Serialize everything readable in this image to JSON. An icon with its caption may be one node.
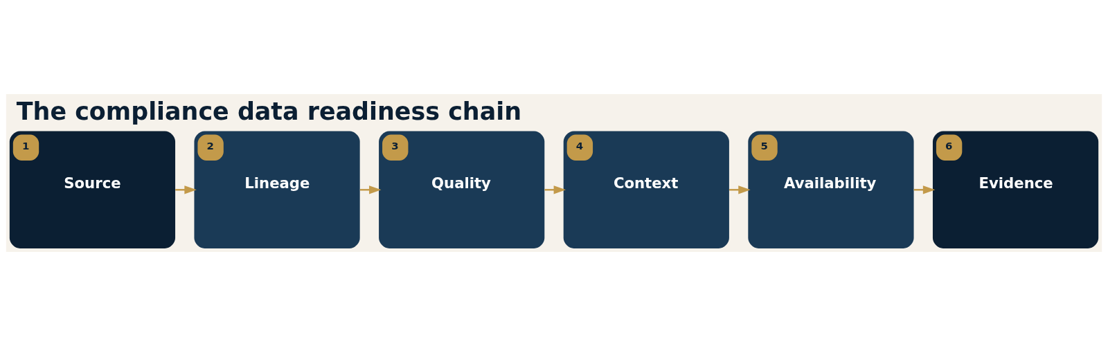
{
  "diagram": {
    "title": "The compliance data readiness chain",
    "nodes": [
      {
        "text": [
          "1",
          "Source"
        ]
      },
      {
        "text": [
          "2",
          "Lineage"
        ]
      },
      {
        "text": [
          "3",
          "Quality"
        ]
      },
      {
        "text": [
          "4",
          "Context"
        ]
      },
      {
        "text": [
          "5",
          "Availability"
        ]
      },
      {
        "text": [
          "6",
          "Evidence"
        ]
      }
    ],
    "edges": [
      {
        "from": 0,
        "to": 1,
        "arrow": "to"
      },
      {
        "from": 1,
        "to": 2,
        "arrow": "to"
      },
      {
        "from": 2,
        "to": 3,
        "arrow": "to"
      },
      {
        "from": 3,
        "to": 4,
        "arrow": "to"
      },
      {
        "from": 4,
        "to": 5,
        "arrow": "to"
      }
    ]
  }
}
